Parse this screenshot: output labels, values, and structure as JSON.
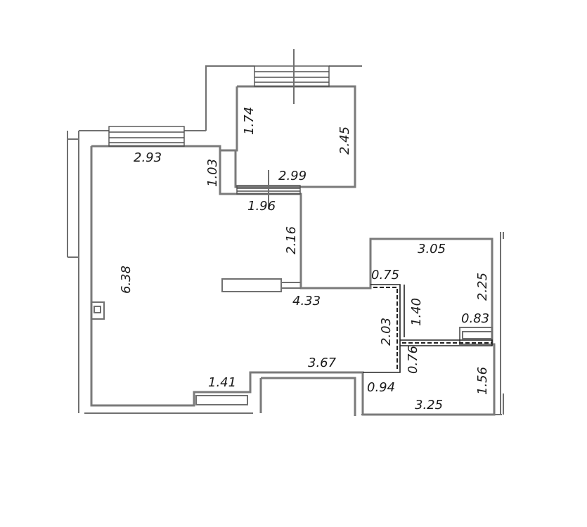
{
  "floor_plan": {
    "dimensions": {
      "top_left_wall": "2.93",
      "left_wall": "6.38",
      "step_wall": "1.03",
      "corridor_top": "1.96",
      "corridor_wall": "2.16",
      "room_top_left_wall": "1.74",
      "room_top_right_wall": "2.45",
      "room_top_bottom": "2.99",
      "center_bottom": "4.33",
      "bathroom_top": "3.05",
      "bathroom_right": "2.25",
      "bathroom_inner_left": "0.75",
      "bathroom_partition": "1.40",
      "shaft": "0.83",
      "passage": "2.03",
      "wc_partition": "0.76",
      "wc_corner": "0.94",
      "wc_right": "1.56",
      "wc_bottom": "3.25",
      "bottom_wall": "3.67",
      "balcony_step": "1.41"
    }
  }
}
